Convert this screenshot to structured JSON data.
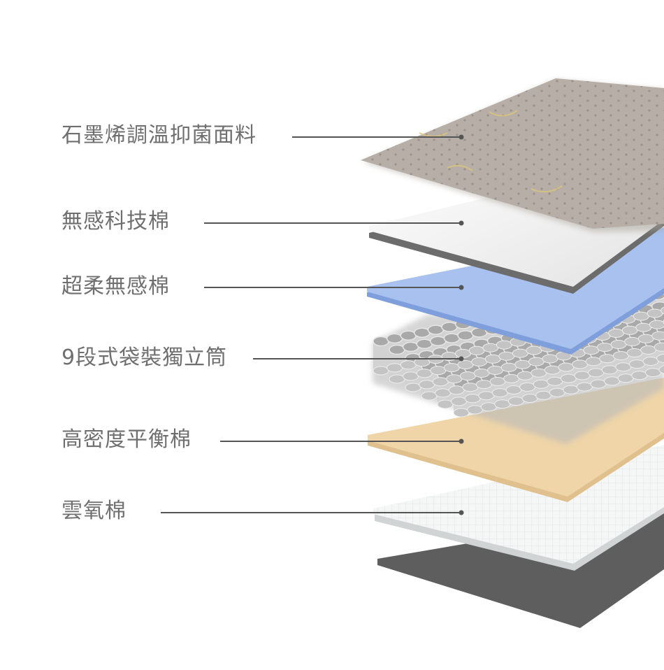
{
  "layers": [
    {
      "label": "石墨烯調溫抑菌面料",
      "color": "#b7afa7"
    },
    {
      "label": "無感科技棉",
      "color": "#f1f1f1"
    },
    {
      "label": "超柔無感棉",
      "color": "#a9c1ee"
    },
    {
      "label": "9段式袋裝獨立筒",
      "color": "#bdbdbd"
    },
    {
      "label": "高密度平衡棉",
      "color": "#efd5a8"
    },
    {
      "label": "雲氧棉",
      "color": "#f5f7f7"
    }
  ],
  "base_color": "#5e5e5e",
  "leader_color": "#555555"
}
